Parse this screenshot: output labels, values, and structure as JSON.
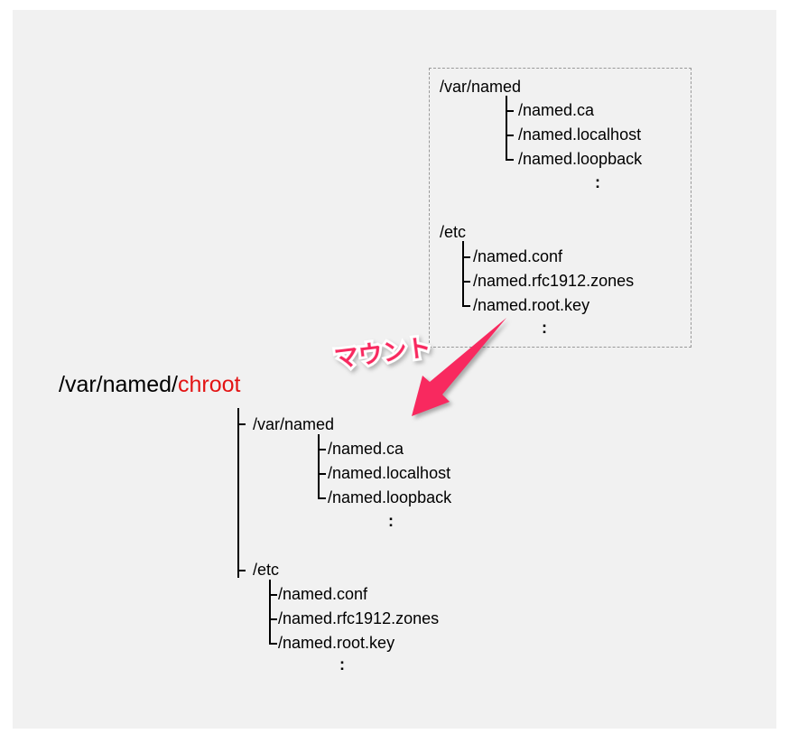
{
  "colors": {
    "page-bg": "#ffffff",
    "panel-bg": "#f1f1f1",
    "text": "#000000",
    "line": "#000000",
    "box-border": "#999999",
    "accent-pink": "#f8295f",
    "accent-red": "#e31414"
  },
  "mount_label": "マウント",
  "ellipsis": ":",
  "host_box": {
    "var_named": {
      "label": "/var/named",
      "children": [
        "/named.ca",
        "/named.localhost",
        "/named.loopback"
      ]
    },
    "etc": {
      "label": "/etc",
      "children": [
        "/named.conf",
        "/named.rfc1912.zones",
        "/named.root.key"
      ]
    }
  },
  "chroot_tree": {
    "title_prefix": "/var/named/",
    "title_highlight": "chroot",
    "var_named": {
      "label": "/var/named",
      "children": [
        "/named.ca",
        "/named.localhost",
        "/named.loopback"
      ]
    },
    "etc": {
      "label": "/etc",
      "children": [
        "/named.conf",
        "/named.rfc1912.zones",
        "/named.root.key"
      ]
    }
  }
}
